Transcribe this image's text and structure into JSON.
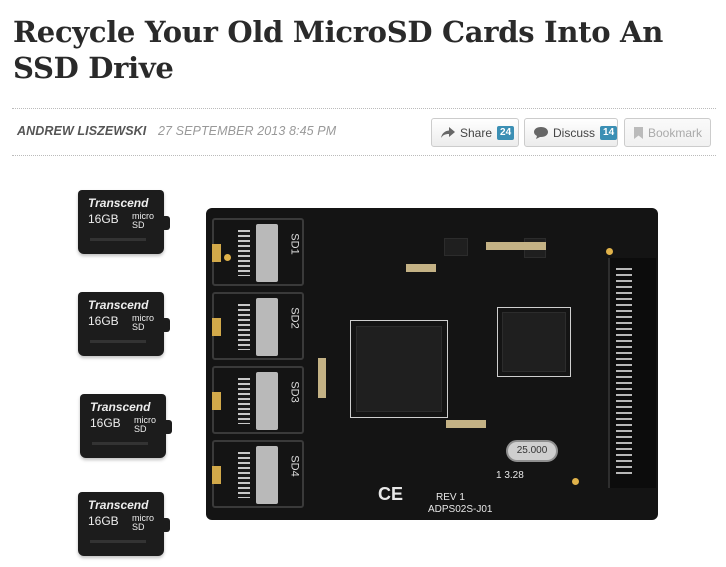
{
  "article": {
    "title": "Recycle Your Old MicroSD Cards Into An SSD Drive",
    "author": "ANDREW LISZEWSKI",
    "date": "27 SEPTEMBER 2013 8:45 PM"
  },
  "actions": {
    "share": {
      "label": "Share",
      "count": "24",
      "icon": "share-arrow-icon"
    },
    "discuss": {
      "label": "Discuss",
      "count": "14",
      "icon": "speech-bubble-icon"
    },
    "bookmark": {
      "label": "Bookmark",
      "icon": "bookmark-icon"
    }
  },
  "photo": {
    "cards": [
      {
        "brand": "Transcend",
        "capacity": "16GB"
      },
      {
        "brand": "Transcend",
        "capacity": "16GB"
      },
      {
        "brand": "Transcend",
        "capacity": "16GB"
      },
      {
        "brand": "Transcend",
        "capacity": "16GB"
      }
    ],
    "card_type": "micro SD",
    "slots": [
      "SD1",
      "SD2",
      "SD3",
      "SD4"
    ],
    "board_label": "ADPS02S-J01",
    "revision": "REV 1",
    "crystal": "25.000",
    "date_code": "1 3.28",
    "ce_mark": "CE"
  },
  "colors": {
    "count_badge": "#3b8fb4",
    "title_text": "#2a2a2a",
    "byline_date": "#999999"
  }
}
